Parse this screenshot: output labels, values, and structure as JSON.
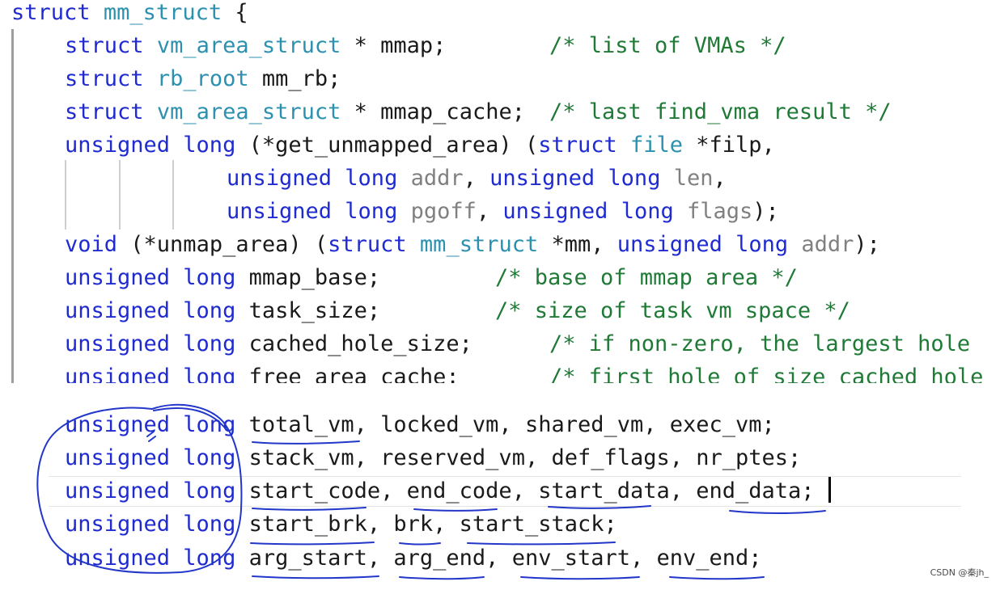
{
  "code": {
    "l0": {
      "kw": "struct",
      "type": "mm_struct",
      "rest": " {"
    },
    "l1": {
      "kw": "struct",
      "type": "vm_area_struct",
      "txt": " * mmap;",
      "cmt": "/* list of VMAs */"
    },
    "l2": {
      "kw": "struct",
      "type": "rb_root",
      "txt": " mm_rb;"
    },
    "l3": {
      "kw": "struct",
      "type": "vm_area_struct",
      "txt": " * mmap_cache;",
      "cmt": "/* last find_vma result */"
    },
    "l4": {
      "kw": "unsigned long",
      "txt1": " (*get_unmapped_area) (",
      "kw2": "struct",
      "type": " file",
      "txt2": " *filp,"
    },
    "l5": {
      "kw": "unsigned long",
      "prm": " addr",
      "txt": ", ",
      "kw2": "unsigned long",
      "prm2": " len",
      "txt2": ","
    },
    "l6": {
      "kw": "unsigned long",
      "prm": " pgoff",
      "txt": ", ",
      "kw2": "unsigned long",
      "prm2": " flags",
      "txt2": ");"
    },
    "l7": {
      "kw": "void",
      "txt1": " (*unmap_area) (",
      "kw2": "struct",
      "type": " mm_struct",
      "txt2": " *mm, ",
      "kw3": "unsigned long",
      "prm": " addr",
      "txt3": ");"
    },
    "l8": {
      "kw": "unsigned long",
      "txt": " mmap_base;",
      "cmt": "/* base of mmap area */"
    },
    "l9": {
      "kw": "unsigned long",
      "txt": " task_size;",
      "cmt": "/* size of task vm space */"
    },
    "l10": {
      "kw": "unsigned long",
      "txt": " cached_hole_size;",
      "cmt": "/* if non-zero, the largest hole"
    },
    "l11": {
      "kw": "unsigned long",
      "txt": " free_area_cache;",
      "cmt": "/* first hole of size cached_hole"
    },
    "l12": {
      "kw": "unsigned long",
      "txt": " total_vm, locked_vm, shared_vm, exec_vm;"
    },
    "l13": {
      "kw": "unsigned long",
      "txt": " stack_vm, reserved_vm, def_flags, nr_ptes;"
    },
    "l14": {
      "kw": "unsigned long",
      "txt": " start_code, end_code, start_data, end_data;"
    },
    "l15": {
      "kw": "unsigned long",
      "txt": " start_brk, brk, start_stack;"
    },
    "l16": {
      "kw": "unsigned long",
      "txt": " arg_start, arg_end, env_start, env_end;"
    }
  },
  "watermark": "CSDN @秦jh_",
  "colors": {
    "keyword": "#1f2bd0",
    "type": "#2b91af",
    "comment": "#1f7a36",
    "param": "#808080",
    "annotation_ink": "#2236c9"
  }
}
